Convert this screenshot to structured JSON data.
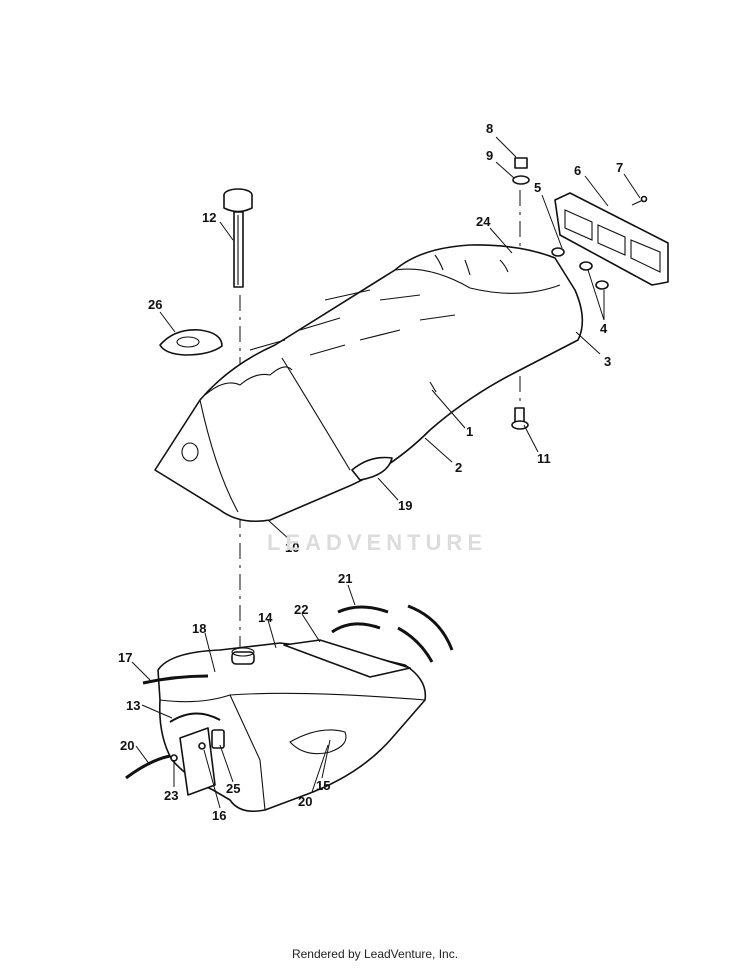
{
  "watermark": "LEADVENTURE",
  "footer": "Rendered by LeadVenture, Inc.",
  "callouts": [
    "8",
    "9",
    "7",
    "6",
    "5",
    "12",
    "24",
    "26",
    "4",
    "3",
    "1",
    "11",
    "2",
    "19",
    "10",
    "21",
    "22",
    "18",
    "14",
    "17",
    "13",
    "20",
    "25",
    "23",
    "16",
    "15",
    "20"
  ],
  "colors": {
    "ink": "#111111",
    "watermark": "#dcdcdc",
    "background": "#ffffff"
  }
}
